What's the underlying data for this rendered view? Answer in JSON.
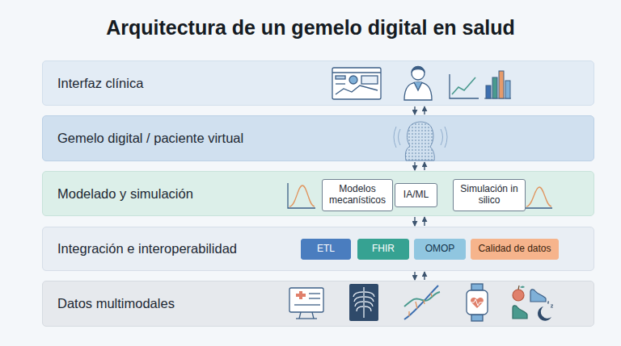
{
  "diagram": {
    "title": "Arquitectura de un gemelo digital en salud",
    "nodes": [
      {
        "text": [
          "Interfaz clínica"
        ]
      },
      {
        "text": [
          "Gemelo digital / paciente virtual"
        ]
      },
      {
        "text": [
          "Modelado y simulación"
        ]
      },
      {
        "text": [
          "Modelos mecanísticos"
        ],
        "in": 2
      },
      {
        "text": [
          "IA/ML"
        ],
        "in": 2
      },
      {
        "text": [
          "Simulación in silico"
        ],
        "in": 2
      },
      {
        "text": [
          "Integración e interoperabilidad"
        ]
      },
      {
        "text": [
          "ETL"
        ],
        "in": 6
      },
      {
        "text": [
          "FHIR"
        ],
        "in": 6
      },
      {
        "text": [
          "OMOP"
        ],
        "in": 6
      },
      {
        "text": [
          "Calidad de datos"
        ],
        "in": 6
      },
      {
        "text": [
          "Datos multimodales"
        ]
      }
    ],
    "edges": [
      {
        "from": 0,
        "to": 1,
        "arrow": "to"
      },
      {
        "from": 1,
        "to": 0,
        "arrow": "to"
      },
      {
        "from": 1,
        "to": 2,
        "arrow": "to"
      },
      {
        "from": 2,
        "to": 1,
        "arrow": "to"
      },
      {
        "from": 2,
        "to": 6,
        "arrow": "to"
      },
      {
        "from": 6,
        "to": 2,
        "arrow": "to"
      },
      {
        "from": 6,
        "to": 11,
        "arrow": "to"
      },
      {
        "from": 11,
        "to": 6,
        "arrow": "to"
      }
    ]
  }
}
